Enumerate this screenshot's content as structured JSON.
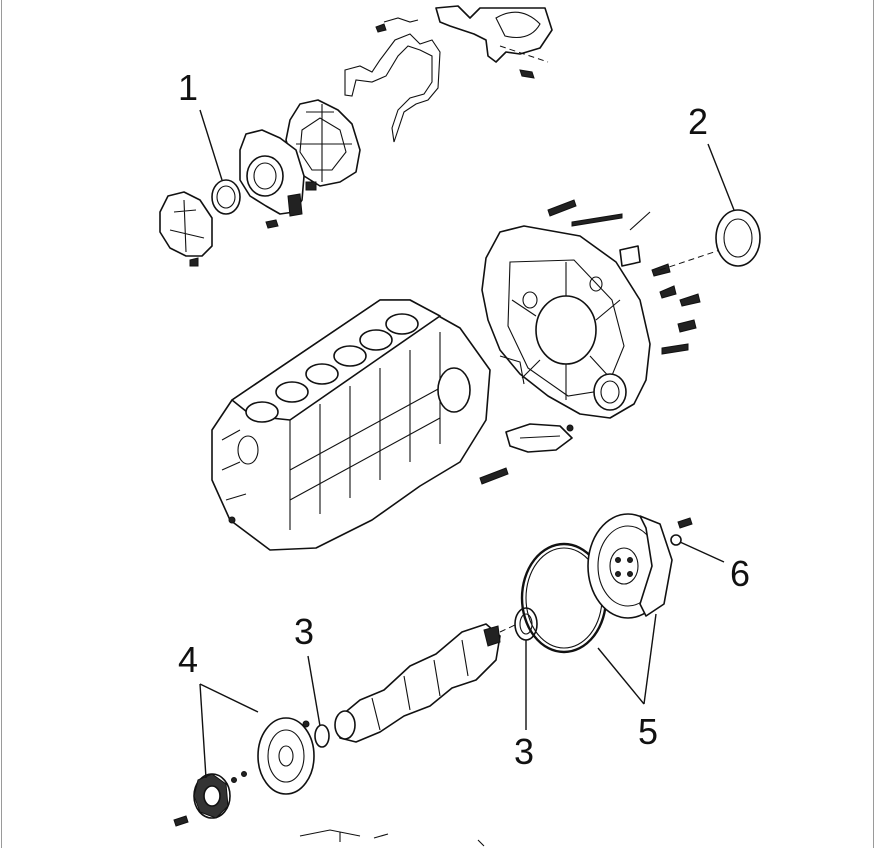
{
  "diagram": {
    "callouts": [
      {
        "id": "1",
        "text": "1"
      },
      {
        "id": "2",
        "text": "2"
      },
      {
        "id": "3a",
        "text": "3"
      },
      {
        "id": "3b",
        "text": "3"
      },
      {
        "id": "4",
        "text": "4"
      },
      {
        "id": "5",
        "text": "5"
      },
      {
        "id": "6",
        "text": "6"
      }
    ]
  }
}
